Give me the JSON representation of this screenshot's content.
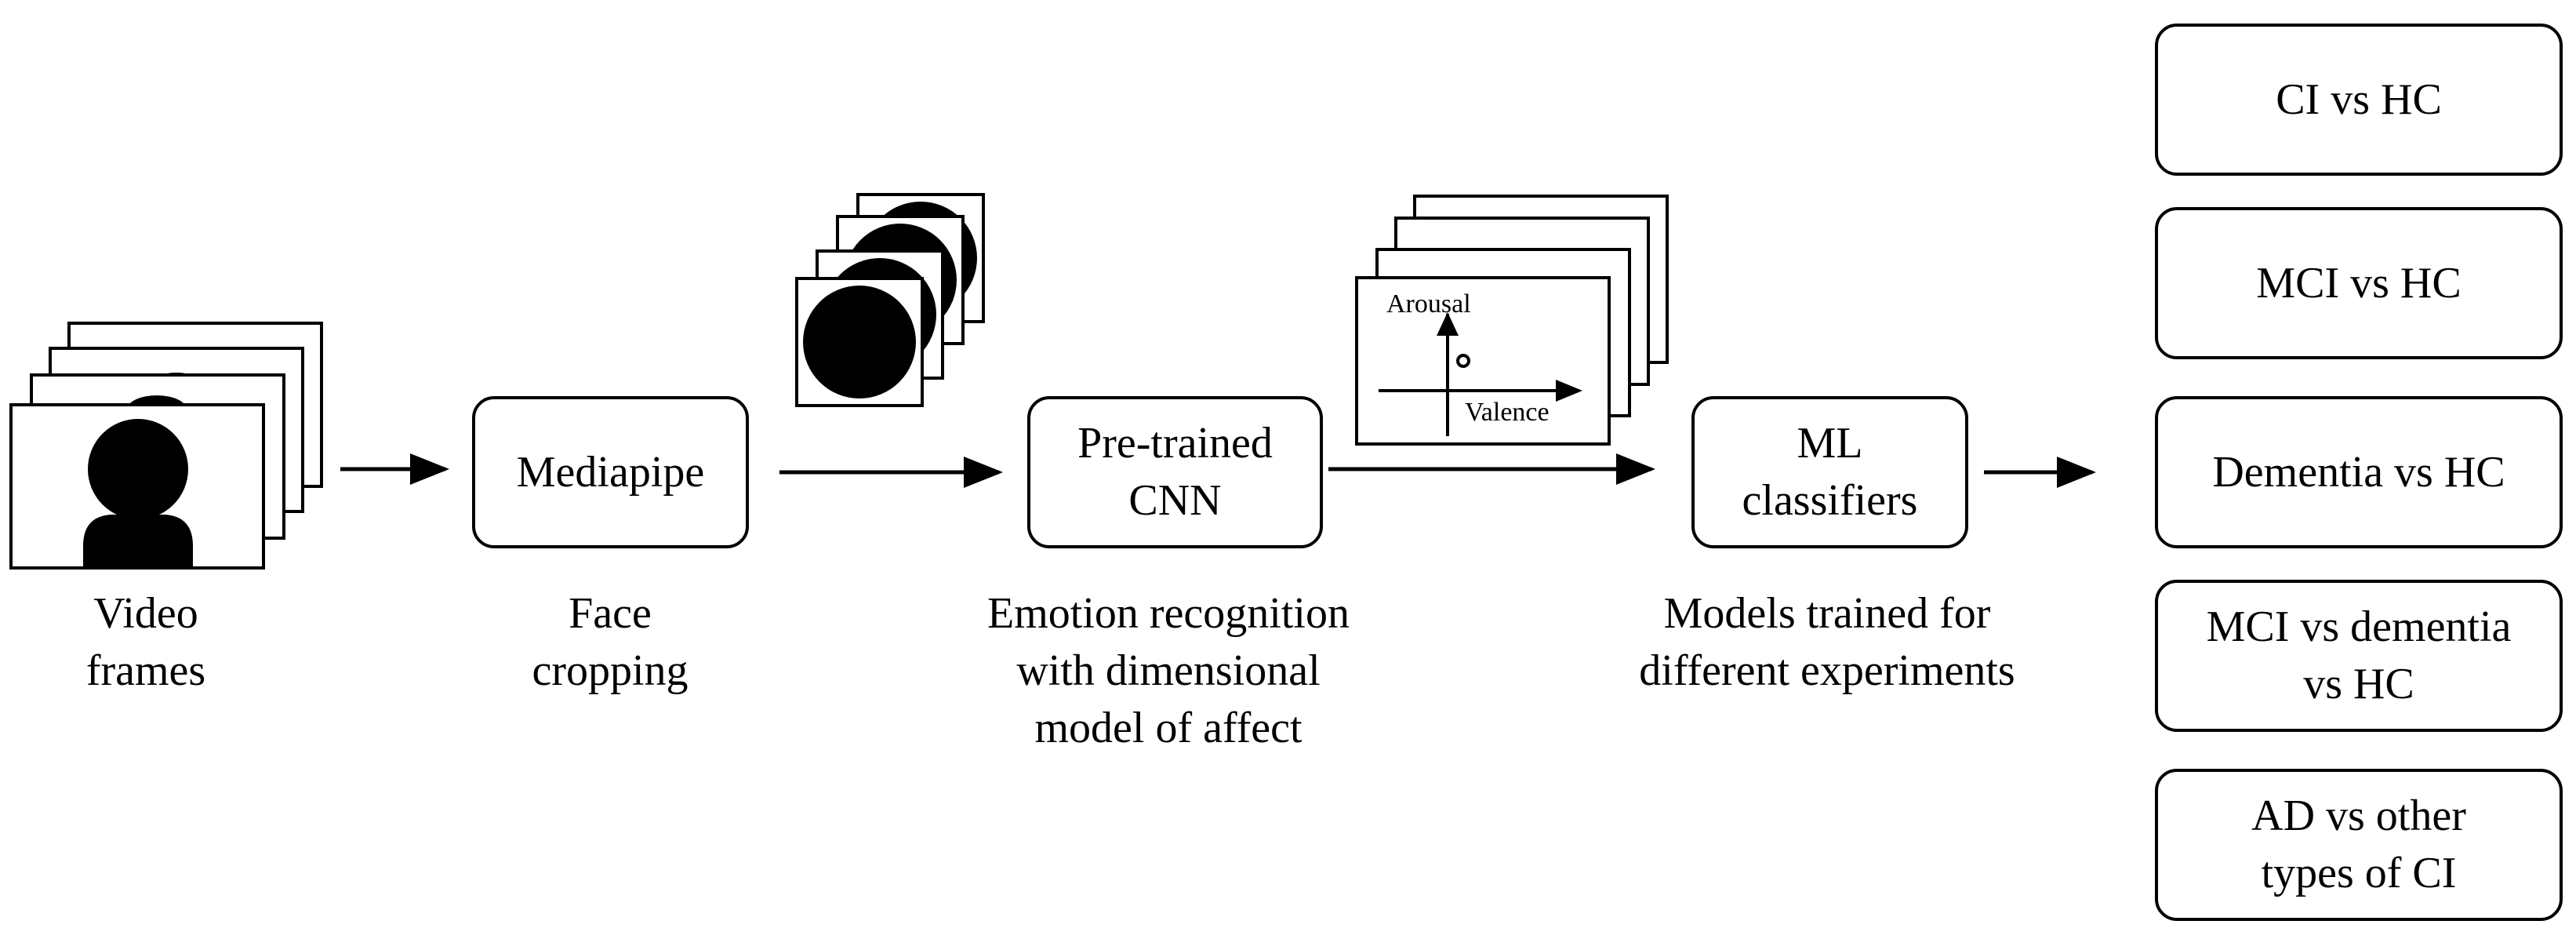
{
  "stages": {
    "video": {
      "caption": "Video\nframes"
    },
    "mediapipe": {
      "label": "Mediapipe",
      "caption": "Face\ncropping"
    },
    "cnn": {
      "label": "Pre-trained\nCNN",
      "caption": "Emotion recognition\nwith dimensional\nmodel of affect"
    },
    "affect_plot": {
      "y_axis_label": "Arousal",
      "x_axis_label": "Valence"
    },
    "ml": {
      "label": "ML\nclassifiers",
      "caption": "Models trained for\ndifferent experiments"
    }
  },
  "experiments": [
    {
      "label": "CI vs HC"
    },
    {
      "label": "MCI vs HC"
    },
    {
      "label": "Dementia vs HC"
    },
    {
      "label": "MCI vs dementia\nvs HC"
    },
    {
      "label": "AD vs other\ntypes of CI"
    }
  ]
}
